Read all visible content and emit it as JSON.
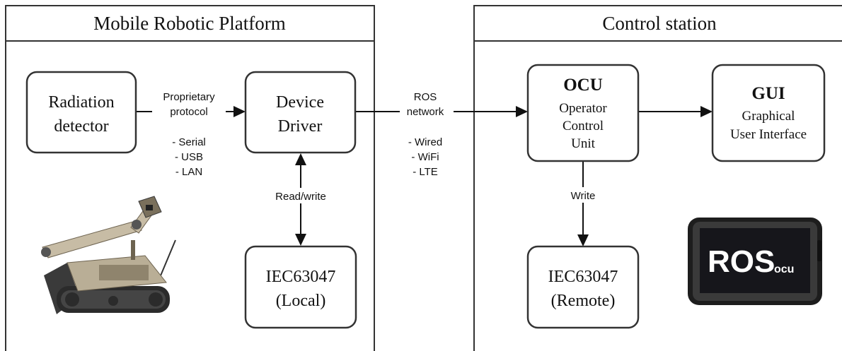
{
  "panels": {
    "mobile_title": "Mobile Robotic Platform",
    "control_title": "Control station"
  },
  "boxes": {
    "radiation_detector": [
      "Radiation",
      "detector"
    ],
    "device_driver": [
      "Device",
      "Driver"
    ],
    "iec_local": [
      "IEC63047",
      "(Local)"
    ],
    "ocu_title": "OCU",
    "ocu_sub": [
      "Operator",
      "Control",
      "Unit"
    ],
    "gui_title": "GUI",
    "gui_sub": [
      "Graphical",
      "User Interface"
    ],
    "iec_remote": [
      "IEC63047",
      "(Remote)"
    ]
  },
  "connections": {
    "proprietary": [
      "Proprietary",
      "protocol"
    ],
    "proprietary_options": [
      "- Serial",
      "- USB",
      "- LAN"
    ],
    "ros_network": [
      "ROS",
      "network"
    ],
    "ros_options": [
      "- Wired",
      "- WiFi",
      "- LTE"
    ],
    "read_write": "Read/write",
    "write": "Write"
  },
  "tablet_logo": {
    "main": "ROS",
    "sub": "ocu"
  }
}
